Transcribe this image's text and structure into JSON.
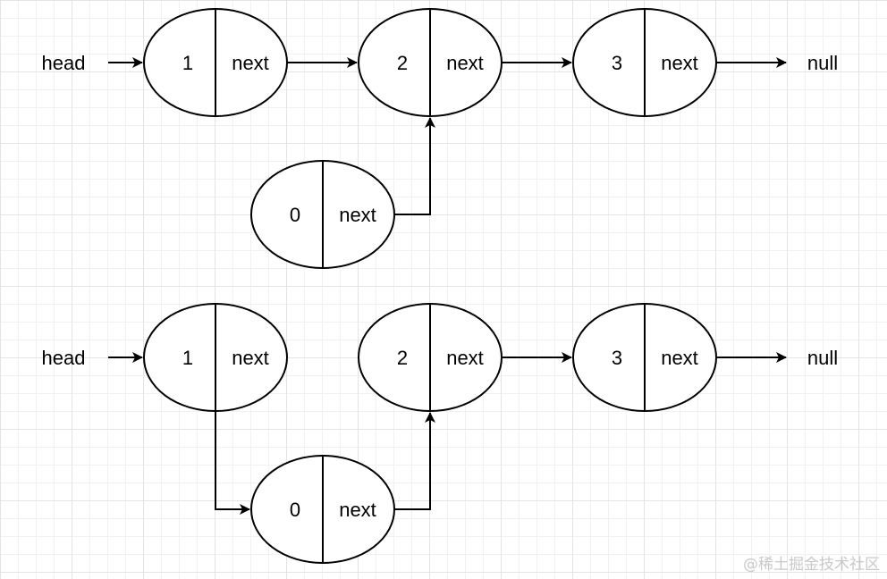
{
  "diagram_top": {
    "head_label": "head",
    "null_label": "null",
    "nodes": [
      {
        "value": "1",
        "pointer": "next"
      },
      {
        "value": "2",
        "pointer": "next"
      },
      {
        "value": "3",
        "pointer": "next"
      },
      {
        "value": "0",
        "pointer": "next"
      }
    ]
  },
  "diagram_bottom": {
    "head_label": "head",
    "null_label": "null",
    "nodes": [
      {
        "value": "1",
        "pointer": "next"
      },
      {
        "value": "2",
        "pointer": "next"
      },
      {
        "value": "3",
        "pointer": "next"
      },
      {
        "value": "0",
        "pointer": "next"
      }
    ]
  },
  "watermark": "@稀土掘金技术社区"
}
